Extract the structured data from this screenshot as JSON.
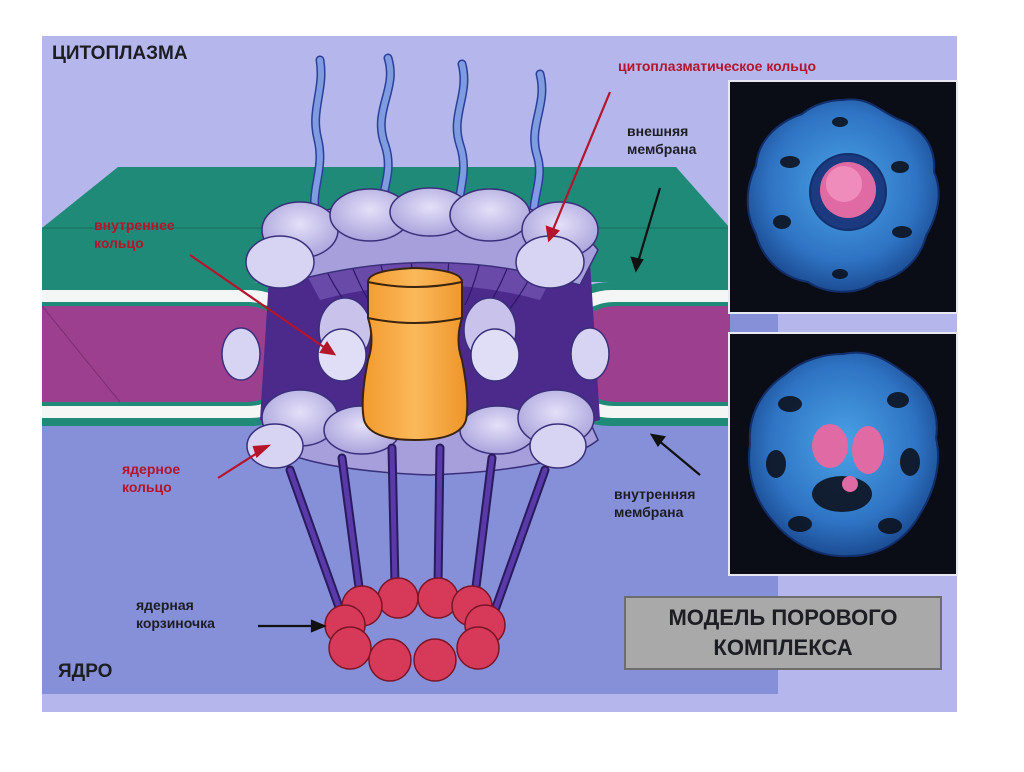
{
  "labels": {
    "cytoplasm": "ЦИТОПЛАЗМА",
    "nucleus": "ЯДРО",
    "cytoplasmic_ring": "цитоплазматическое кольцо",
    "outer_membrane": "внешняя мембрана",
    "inner_ring": "внутреннее кольцо",
    "nuclear_ring": "ядерное кольцо",
    "inner_membrane": "внутренняя мембрана",
    "nuclear_basket": "ядерная корзиночка"
  },
  "title": {
    "line1": "МОДЕЛЬ ПОРОВОГО",
    "line2": "КОМПЛЕКСА"
  },
  "colors": {
    "cytoplasm_bg": "#b4b6ec",
    "nucleus_bg": "#8590d8",
    "envelope_green": "#1f8a78",
    "perinuclear_magenta": "#9c3f8f",
    "ring_lavender": "#c9c3ec",
    "central_plug": "#f7a640",
    "channel_purple": "#4b2a8c",
    "basket_red": "#d63a58",
    "label_red": "#b5142b"
  },
  "icons": [
    "cytoplasmic-ring-photo",
    "nuclear-ring-photo"
  ]
}
